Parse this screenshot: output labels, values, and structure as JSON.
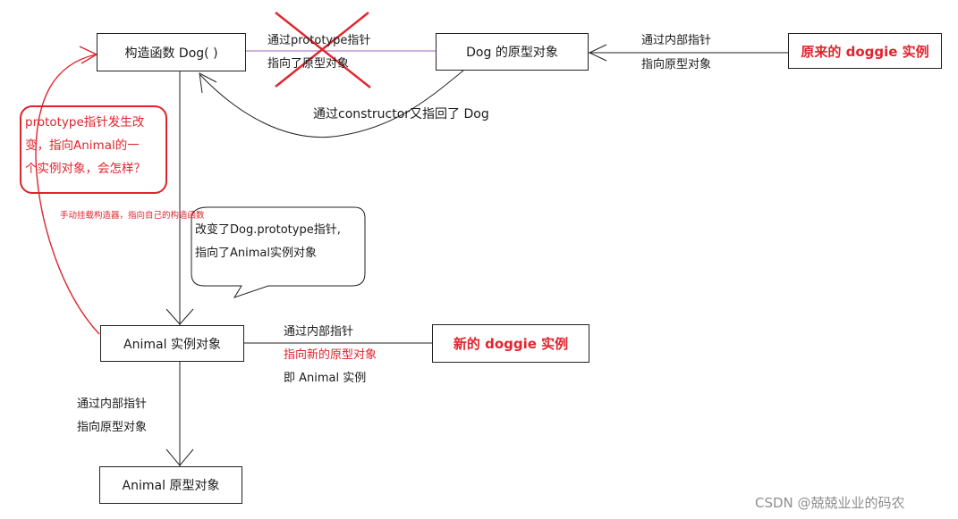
{
  "boxes": {
    "dog_constructor": "构造函数 Dog( )",
    "dog_prototype": "Dog 的原型对象",
    "original_doggie": "原来的 doggie 实例",
    "animal_instance": "Animal 实例对象",
    "new_doggie": "新的 doggie 实例",
    "animal_prototype": "Animal 原型对象"
  },
  "labels": {
    "prototype_line1": "通过prototype指针",
    "prototype_line2": "指向了原型对象",
    "internal_top_line1": "通过内部指针",
    "internal_top_line2": "指向原型对象",
    "constructor_back": "通过constructor又指回了 Dog",
    "manual_constructor": "手动挂载构造器，指向自己的构造函数",
    "bubble_line1": "改变了Dog.prototype指针,",
    "bubble_line2": "指向了Animal实例对象",
    "new_internal_line1": "通过内部指针",
    "new_internal_line2": "指向新的原型对象",
    "new_internal_line3": "即 Animal 实例",
    "bottom_internal_line1": "通过内部指针",
    "bottom_internal_line2": "指向原型对象"
  },
  "note": {
    "line1": "prototype指针发生改",
    "line2": "变，指向Animal的一",
    "line3": "个实例对象，会怎样？"
  },
  "watermark": "CSDN @兢兢业业的码农",
  "colors": {
    "accent_red": "#e0242d",
    "line": "#222222",
    "purple_line": "#b77fc8"
  }
}
